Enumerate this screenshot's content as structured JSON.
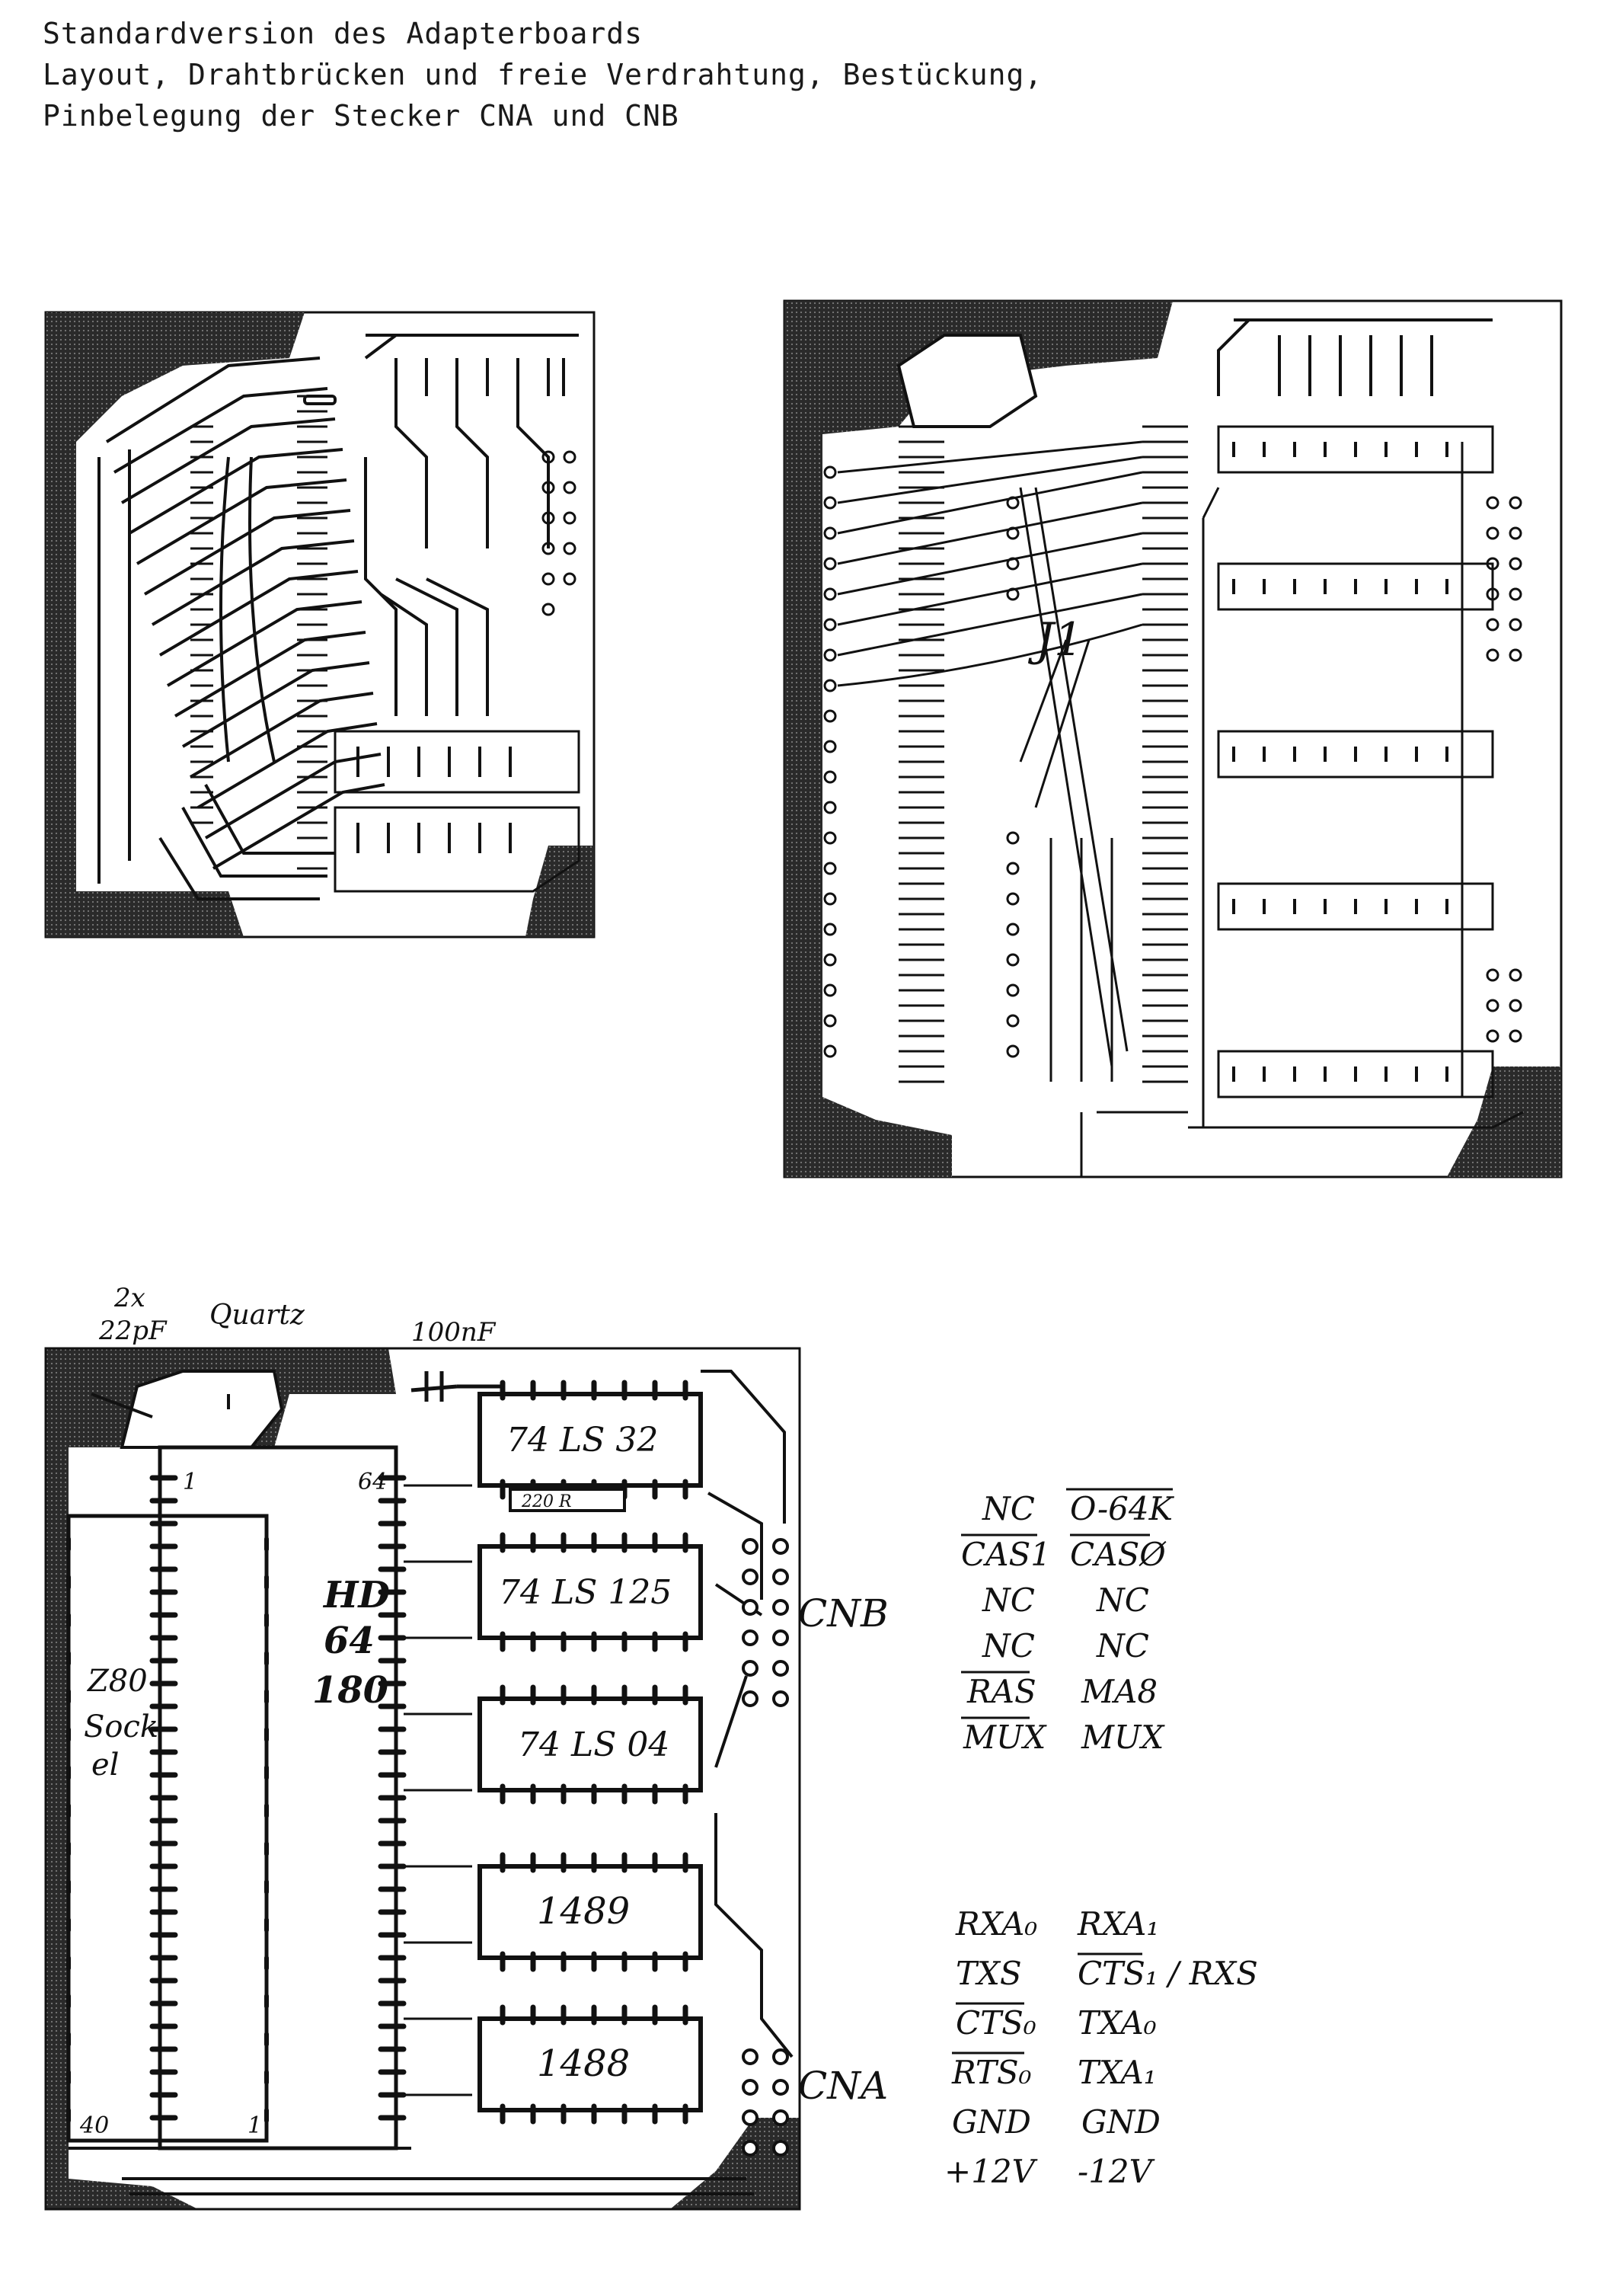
{
  "header": {
    "line1": "Standardversion des Adapterboards",
    "line2": "Layout, Drahtbrücken und freie Verdrahtung, Bestückung,",
    "line3": "Pinbelegung der Stecker CNA und CNB"
  },
  "pcb_right": {
    "jumper_label": "J1"
  },
  "placement": {
    "cap_count": "2x",
    "cap_value": "22pF",
    "quartz": "Quartz",
    "cap_100nf": "100nF",
    "z80_line1": "Z80",
    "z80_line2": "Sock-",
    "z80_line3": "el",
    "hd_line1": "HD",
    "hd_line2": "64",
    "hd_line3": "180",
    "pin1": "1",
    "pin64": "64",
    "pin40": "40",
    "pin1b": "1",
    "ic_74ls32": "74 LS 32",
    "ic_74ls125": "74 LS 125",
    "ic_74ls04": "74 LS 04",
    "ic_1489": "1489",
    "ic_1488": "1488",
    "resistor": "220 R",
    "cnb": "CNB",
    "cna": "CNA"
  },
  "cnb_pins": [
    [
      "NC",
      "O-64K"
    ],
    [
      "CAS1",
      "CASØ"
    ],
    [
      "NC",
      "NC"
    ],
    [
      "NC",
      "NC"
    ],
    [
      "RAS",
      "MA8"
    ],
    [
      "MUX",
      "MUX"
    ]
  ],
  "cna_pins": [
    [
      "RXA₀",
      "RXA₁"
    ],
    [
      "TXS",
      "CTS₁ / RXS"
    ],
    [
      "CTS₀",
      "TXA₀"
    ],
    [
      "RTS₀",
      "TXA₁"
    ],
    [
      "GND",
      "GND"
    ],
    [
      "+12V",
      "-12V"
    ]
  ]
}
